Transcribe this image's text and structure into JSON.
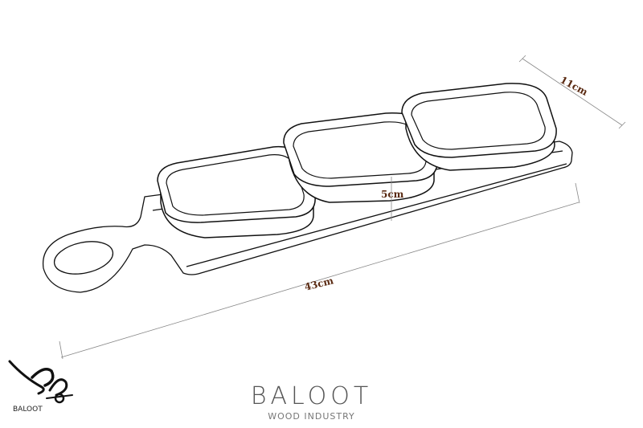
{
  "dimensions": {
    "width": "11cm",
    "height": "5cm",
    "length": "43cm"
  },
  "brand": {
    "name": "BALOOT",
    "tagline": "WOOD INDUSTRY",
    "logo_text": "BALOOT"
  },
  "colors": {
    "outline": "#111111",
    "dimension_line": "#888888",
    "dimension_text": "#5a2a12"
  }
}
